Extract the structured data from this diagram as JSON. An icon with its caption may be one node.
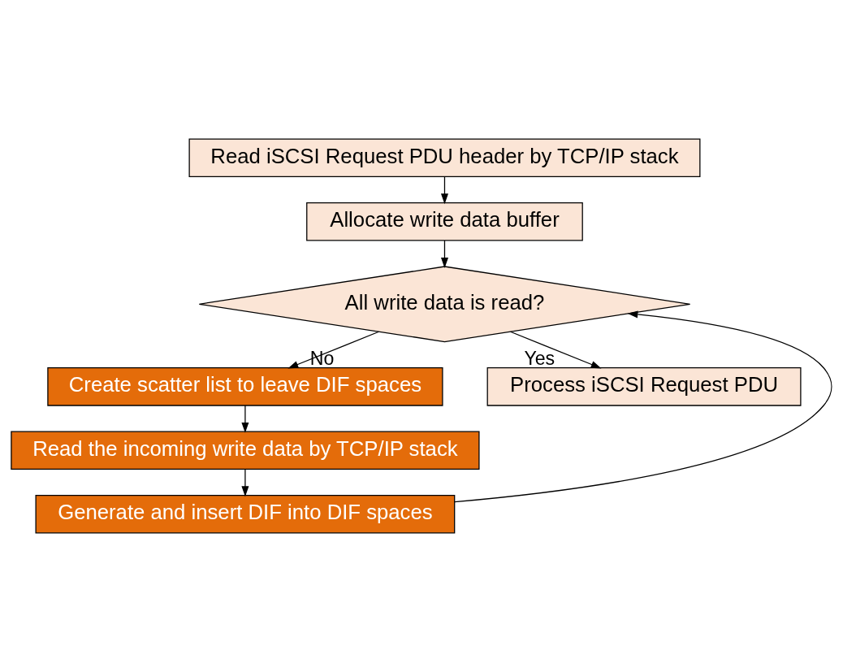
{
  "diagram": {
    "nodes": [
      {
        "text": [
          "Read iSCSI Request PDU header by TCP/IP stack"
        ]
      },
      {
        "text": [
          "Allocate write data buffer"
        ]
      },
      {
        "text": [
          "All write data is read?"
        ]
      },
      {
        "text": [
          "Create scatter list to leave DIF spaces"
        ]
      },
      {
        "text": [
          "Read the incoming write data by TCP/IP stack"
        ]
      },
      {
        "text": [
          "Generate and insert DIF into DIF spaces"
        ]
      },
      {
        "text": [
          "Process iSCSI Request PDU"
        ]
      }
    ],
    "edges": [
      {
        "from": 0,
        "to": 1,
        "arrow": "to"
      },
      {
        "from": 1,
        "to": 2,
        "arrow": "to"
      },
      {
        "from": 2,
        "to": 3,
        "arrow": "to",
        "label": "No"
      },
      {
        "from": 3,
        "to": 4,
        "arrow": "to"
      },
      {
        "from": 4,
        "to": 5,
        "arrow": "to"
      },
      {
        "from": 5,
        "to": 2,
        "arrow": "to"
      },
      {
        "from": 2,
        "to": 6,
        "arrow": "to",
        "label": "Yes"
      }
    ]
  }
}
